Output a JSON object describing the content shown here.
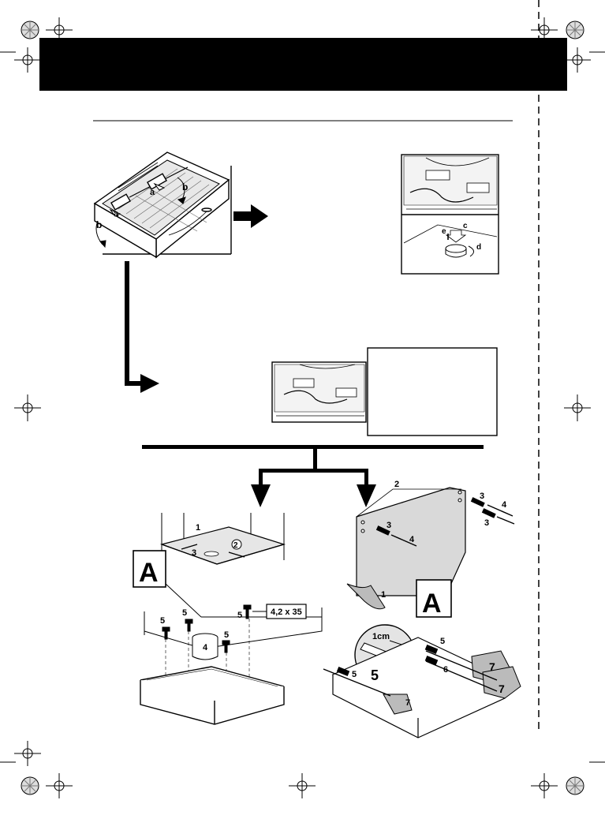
{
  "header": {
    "bar_color": "#000000"
  },
  "hood_view": {
    "label_a1": "a",
    "label_a2": "a",
    "label_b1": "b",
    "label_b2": "b"
  },
  "filter_view": {
    "label_c": "c",
    "label_d": "d",
    "label_e": "e"
  },
  "ceiling_install": {
    "detail_letter": "A",
    "n1": "1",
    "n2": "2",
    "n3": "3",
    "n4": "4",
    "n5a": "5",
    "n5b": "5",
    "n5c": "5",
    "n5d": "5",
    "screw_spec": "4,2 x 35"
  },
  "wall_install": {
    "detail_letter": "A",
    "n1": "1",
    "n2": "2",
    "n3a": "3",
    "n3b": "3",
    "n3c": "3",
    "n4a": "4",
    "n4b": "4",
    "n5a": "5",
    "n5b": "5",
    "n6": "6",
    "n7a": "7",
    "n7b": "7",
    "n7c": "7",
    "depth_label": "1cm",
    "depth_callout": "5"
  }
}
